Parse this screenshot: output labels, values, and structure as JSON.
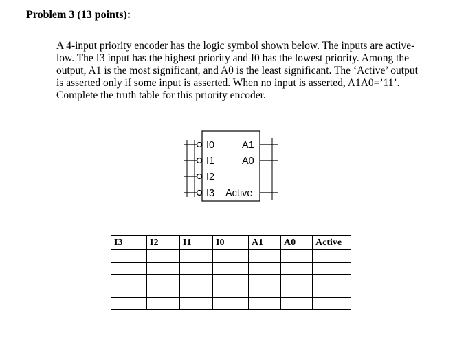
{
  "problem": {
    "title": "Problem 3 (13 points):",
    "paragraph_lines": [
      "A 4-input priority encoder has the logic symbol shown below. The inputs are active-",
      "low. The I3 input has the highest priority and I0 has the lowest priority. Among the",
      "output, A1 is the most significant, and A0 is the least significant. The ‘Active’ output",
      "is asserted only if some input is asserted. When no input is asserted, A1A0=’11’.",
      "Complete the truth table for this priority encoder."
    ]
  },
  "symbol": {
    "inputs": [
      "I0",
      "I1",
      "I2",
      "I3"
    ],
    "outputs": [
      "A1",
      "A0",
      "Active"
    ]
  },
  "truth_table": {
    "headers": [
      "I3",
      "I2",
      "I1",
      "I0",
      "A1",
      "A0",
      "Active"
    ],
    "empty_rows": 5
  }
}
